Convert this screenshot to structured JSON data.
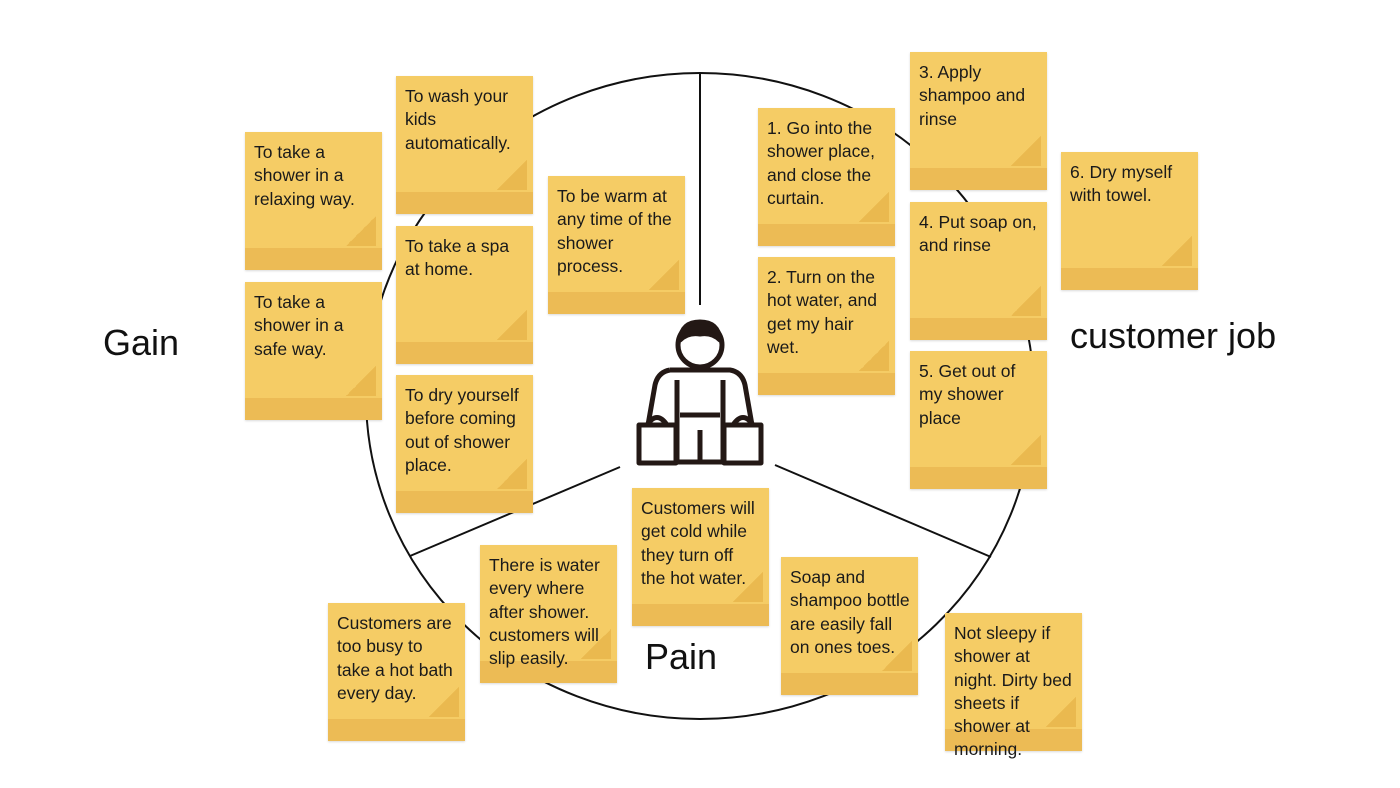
{
  "labels": {
    "gain": "Gain",
    "customer_job": "customer job",
    "pain": "Pain"
  },
  "colors": {
    "note": "#f5cc65",
    "note_band": "#ecbb55",
    "line": "#111111"
  },
  "center_icon": "person-with-shopping-bags-icon",
  "notes": [
    {
      "section": "gain",
      "text": "To wash your kids automatically."
    },
    {
      "section": "gain",
      "text": "To take a shower in a relaxing way."
    },
    {
      "section": "gain",
      "text": "To take a spa at home."
    },
    {
      "section": "gain",
      "text": "To be warm at any time of the shower process."
    },
    {
      "section": "gain",
      "text": "To take a shower in a safe way."
    },
    {
      "section": "gain",
      "text": "To dry yourself before coming out of shower place."
    },
    {
      "section": "customer_job",
      "text": "1. Go into the shower place, and close the curtain."
    },
    {
      "section": "customer_job",
      "text": "2. Turn on the hot water, and get my hair wet."
    },
    {
      "section": "customer_job",
      "text": "3. Apply shampoo and rinse"
    },
    {
      "section": "customer_job",
      "text": "4. Put soap on, and rinse"
    },
    {
      "section": "customer_job",
      "text": "5. Get out of my shower place"
    },
    {
      "section": "customer_job",
      "text": "6. Dry myself with towel."
    },
    {
      "section": "pain",
      "text": "Customers will get cold while they turn off the hot water."
    },
    {
      "section": "pain",
      "text": "There is water every where after shower. customers will slip easily."
    },
    {
      "section": "pain",
      "text": "Customers are too busy to take a hot bath every day."
    },
    {
      "section": "pain",
      "text": "Soap and shampoo bottle are easily fall on ones toes."
    },
    {
      "section": "pain",
      "text": "Not sleepy if shower at night. Dirty bed sheets if shower at morning."
    }
  ]
}
